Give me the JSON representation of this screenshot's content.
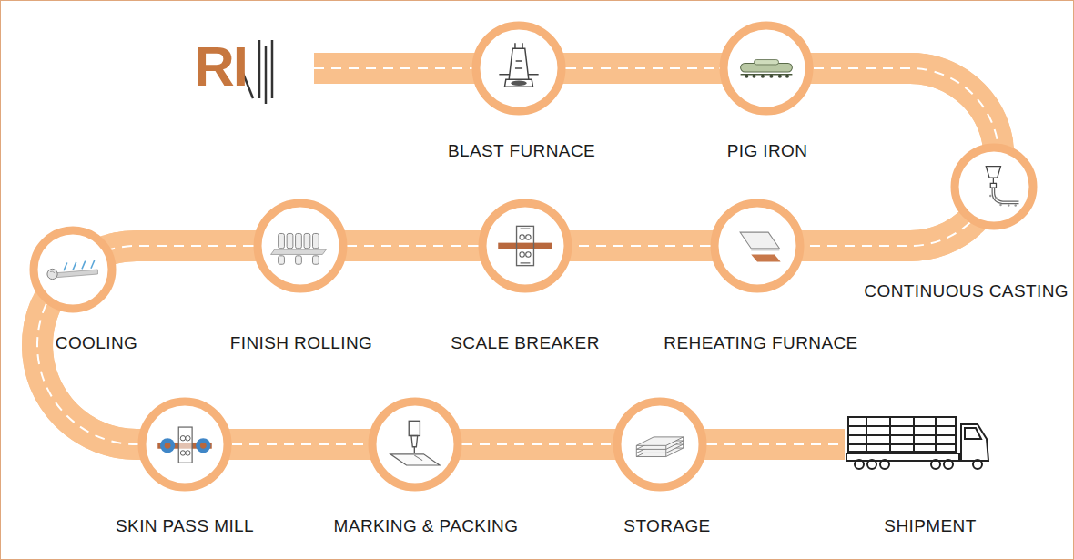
{
  "diagram": {
    "nodes": [
      {
        "text": [
          "BLAST FURNACE"
        ]
      },
      {
        "text": [
          "PIG IRON"
        ]
      },
      {
        "text": [
          "CONTINUOUS CASTING"
        ]
      },
      {
        "text": [
          "REHEATING FURNACE"
        ]
      },
      {
        "text": [
          "SCALE BREAKER"
        ]
      },
      {
        "text": [
          "FINISH ROLLING"
        ]
      },
      {
        "text": [
          "COOLING"
        ]
      },
      {
        "text": [
          "SKIN PASS MILL"
        ]
      },
      {
        "text": [
          "MARKING & PACKING"
        ]
      },
      {
        "text": [
          "STORAGE"
        ]
      },
      {
        "text": [
          "SHIPMENT"
        ]
      }
    ],
    "edges": [
      {
        "from": 0,
        "to": 1,
        "arrow": "none"
      },
      {
        "from": 1,
        "to": 2,
        "arrow": "none"
      },
      {
        "from": 2,
        "to": 3,
        "arrow": "none"
      },
      {
        "from": 3,
        "to": 4,
        "arrow": "none"
      },
      {
        "from": 4,
        "to": 5,
        "arrow": "none"
      },
      {
        "from": 5,
        "to": 6,
        "arrow": "none"
      },
      {
        "from": 6,
        "to": 7,
        "arrow": "none"
      },
      {
        "from": 7,
        "to": 8,
        "arrow": "none"
      },
      {
        "from": 8,
        "to": 9,
        "arrow": "none"
      },
      {
        "from": 9,
        "to": 10,
        "arrow": "none"
      }
    ],
    "labels": [
      "RI"
    ]
  }
}
